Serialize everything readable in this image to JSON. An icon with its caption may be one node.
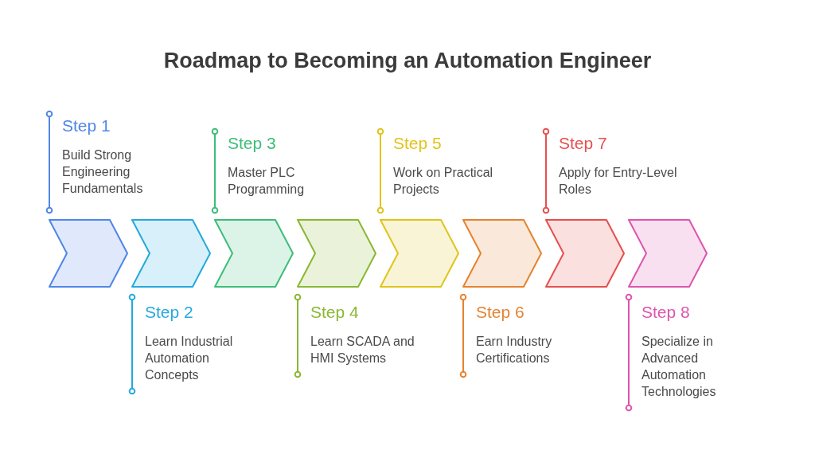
{
  "diagram": {
    "title": "Roadmap to Becoming an Automation Engineer",
    "nodes": [
      {
        "text": [
          "Step 1",
          "Build Strong Engineering Fundamentals"
        ]
      },
      {
        "text": [
          "Step 2",
          "Learn Industrial Automation Concepts"
        ]
      },
      {
        "text": [
          "Step 3",
          "Master PLC Programming"
        ]
      },
      {
        "text": [
          "Step 4",
          "Learn SCADA and HMI Systems"
        ]
      },
      {
        "text": [
          "Step 5",
          "Work on Practical Projects"
        ]
      },
      {
        "text": [
          "Step 6",
          "Earn Industry Certifications"
        ]
      },
      {
        "text": [
          "Step 7",
          "Apply for Entry-Level Roles"
        ]
      },
      {
        "text": [
          "Step 8",
          "Specialize in Advanced Automation Technologies"
        ]
      },
      {
        "text": [],
        "shape": "chevron"
      },
      {
        "text": [],
        "shape": "chevron"
      },
      {
        "text": [],
        "shape": "chevron"
      },
      {
        "text": [],
        "shape": "chevron"
      },
      {
        "text": [],
        "shape": "chevron"
      },
      {
        "text": [],
        "shape": "chevron"
      },
      {
        "text": [],
        "shape": "chevron"
      },
      {
        "text": [],
        "shape": "chevron"
      }
    ],
    "edges": [
      {
        "from": 8,
        "to": 0,
        "arrow": "other",
        "color": "#4f86e8"
      },
      {
        "from": 9,
        "to": 1,
        "arrow": "other",
        "color": "#25a9dc"
      },
      {
        "from": 10,
        "to": 2,
        "arrow": "other",
        "color": "#3dbd7a"
      },
      {
        "from": 11,
        "to": 3,
        "arrow": "other",
        "color": "#8ab833"
      },
      {
        "from": 12,
        "to": 4,
        "arrow": "other",
        "color": "#e0c41a"
      },
      {
        "from": 13,
        "to": 5,
        "arrow": "other",
        "color": "#e5832f"
      },
      {
        "from": 14,
        "to": 6,
        "arrow": "other",
        "color": "#e5504f"
      },
      {
        "from": 15,
        "to": 7,
        "arrow": "other",
        "color": "#dd55ae"
      }
    ]
  }
}
